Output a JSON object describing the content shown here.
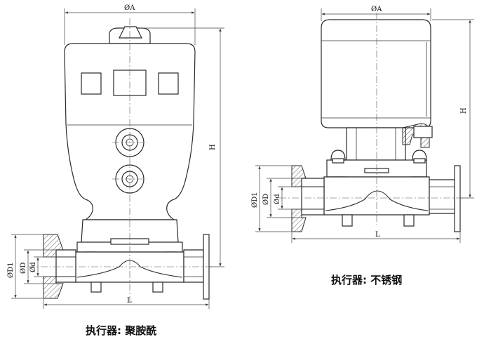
{
  "left_view": {
    "dims": {
      "A": "ØA",
      "H": "H",
      "D1": "ØD1",
      "D": "ØD",
      "d": "Ød",
      "L": "L"
    },
    "caption": "执行器: 聚胺酰"
  },
  "right_view": {
    "dims": {
      "A": "ØA",
      "H": "H",
      "D1": "ØD1",
      "D": "ØD",
      "d": "Ød",
      "L": "L"
    },
    "caption": "执行器: 不锈钢"
  }
}
